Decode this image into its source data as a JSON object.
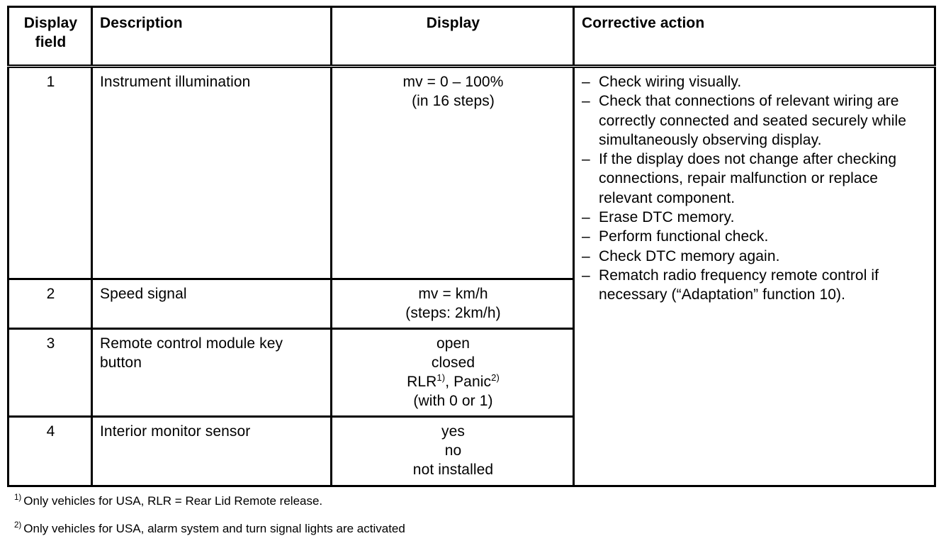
{
  "table": {
    "headers": {
      "display_field": "Display\nfield",
      "display_field_line1": "Display",
      "display_field_line2": "field",
      "description": "Description",
      "display": "Display",
      "corrective_action": "Corrective action"
    },
    "rows": [
      {
        "field": "1",
        "description": "Instrument illumination",
        "display_lines": [
          "mv = 0 – 100%",
          "(in 16 steps)"
        ]
      },
      {
        "field": "2",
        "description": "Speed signal",
        "display_lines": [
          "mv = km/h",
          "(steps: 2km/h)"
        ]
      },
      {
        "field": "3",
        "description": "Remote control module key button",
        "display_lines": [
          "open",
          "closed",
          "RLR1), Panic2)",
          "(with 0 or 1)"
        ]
      },
      {
        "field": "4",
        "description": "Interior monitor sensor",
        "display_lines": [
          "yes",
          "no",
          "not installed"
        ]
      }
    ],
    "corrective_actions_block1": [
      "Check wiring visually.",
      "Check that connections of relevant wiring are correctly connected and seated securely while simultaneously observing display.",
      "If the display does not change after checking connections, repair malfunction or replace relevant component.",
      "Erase DTC memory.",
      "Perform functional check.",
      "Check DTC memory again."
    ],
    "corrective_actions_block2": [
      "Rematch radio frequency remote control if necessary (“Adaptation” function 10)."
    ],
    "dash_marker": "–"
  },
  "footnotes": [
    {
      "marker": "1)",
      "text": "Only vehicles for USA, RLR = Rear Lid Remote release."
    },
    {
      "marker": "2)",
      "text": "Only vehicles for USA, alarm system and turn signal lights are activated"
    }
  ],
  "display_row3": {
    "line1": "open",
    "line2": "closed",
    "line3_a": "RLR",
    "line3_sup_a": "1)",
    "line3_b": ", Panic",
    "line3_sup_b": "2)",
    "line4": "(with 0 or 1)"
  },
  "colors": {
    "ink": "#000000",
    "paper": "#ffffff"
  }
}
